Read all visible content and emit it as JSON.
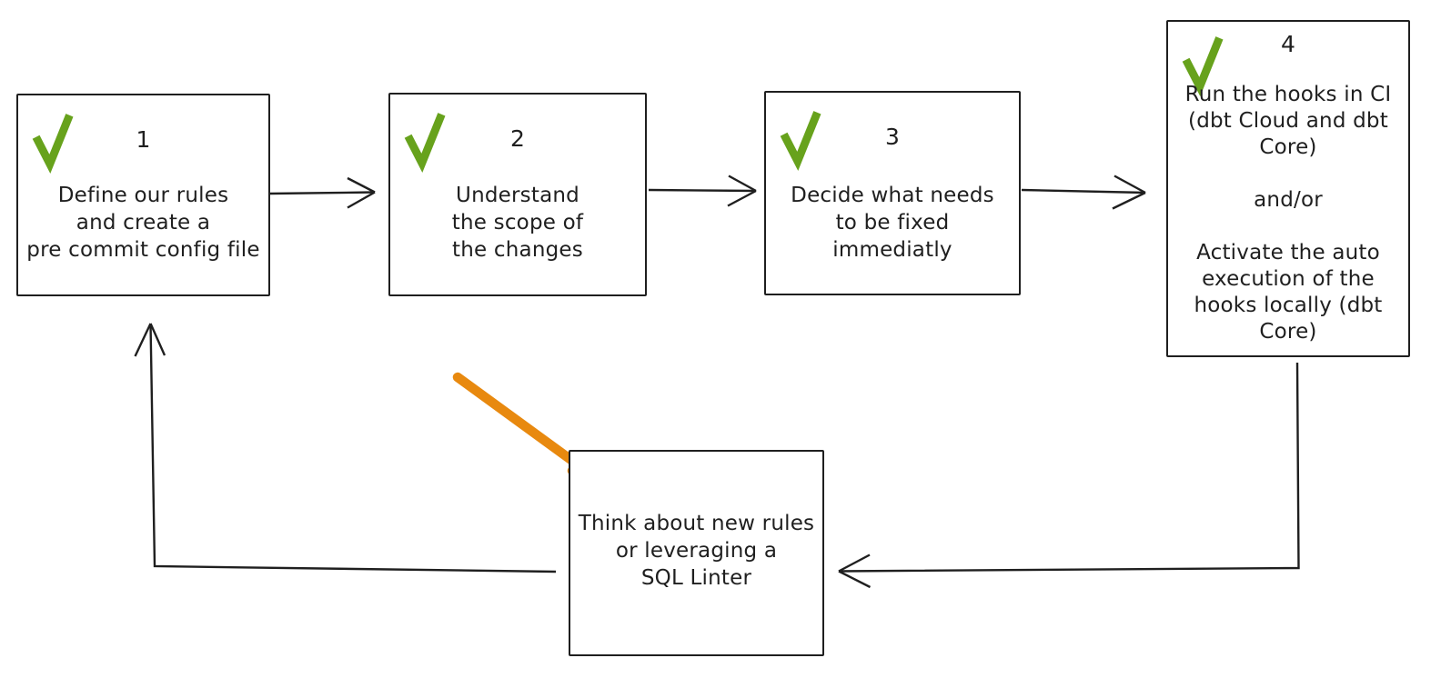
{
  "colors": {
    "stroke": "#1f1f1f",
    "check_green": "#67a21c",
    "arrow_orange": "#e8890f",
    "background": "#ffffff"
  },
  "icons": {
    "checkmark": "check-icon",
    "orange_arrow": "highlight-arrow-icon"
  },
  "steps": [
    {
      "number": "1",
      "has_check": true,
      "text": "Define our rules\nand create a\npre commit config file"
    },
    {
      "number": "2",
      "has_check": true,
      "text": "Understand\nthe scope of\nthe changes"
    },
    {
      "number": "3",
      "has_check": true,
      "text": "Decide what needs\nto be fixed\nimmediatly"
    },
    {
      "number": "4",
      "has_check": true,
      "text": "Run the hooks in CI\n(dbt Cloud and dbt\nCore)\n\nand/or\n\nActivate the auto\nexecution of the\nhooks locally (dbt\nCore)"
    },
    {
      "number": "",
      "has_check": false,
      "text": "Think about new rules\nor leveraging a\nSQL Linter"
    }
  ]
}
